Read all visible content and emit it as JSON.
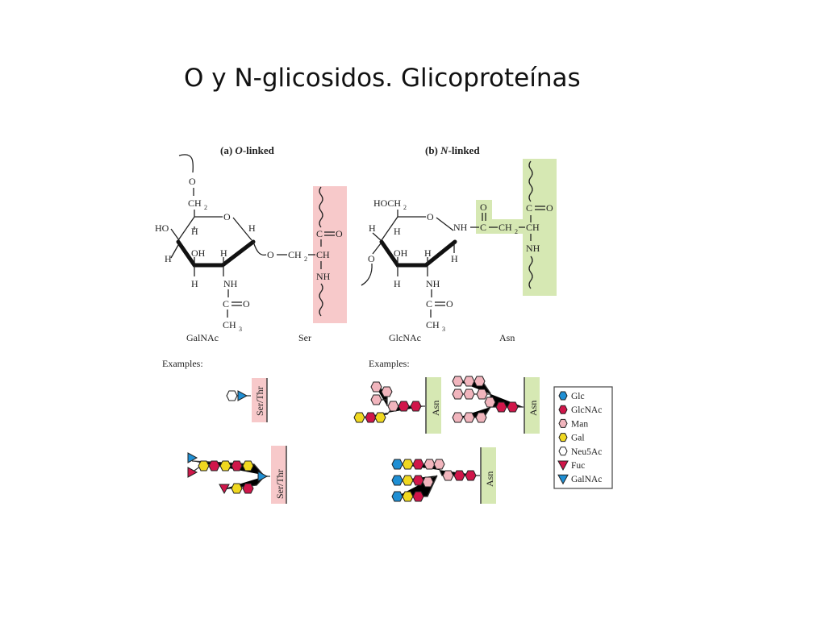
{
  "slide": {
    "title": "O y N-glicosidos. Glicoproteínas"
  },
  "panels": {
    "o_linked": {
      "prefix": "(a) ",
      "kind": "O",
      "suffix": "-linked",
      "sugar_label": "GalNAc",
      "residue_label": "Ser"
    },
    "n_linked": {
      "prefix": "(b) ",
      "kind": "N",
      "suffix": "-linked",
      "sugar_label": "GlcNAc",
      "residue_label": "Asn"
    }
  },
  "examples": {
    "o_label": "Examples:",
    "n_label": "Examples:",
    "o_tags": [
      "Ser/Thr",
      "Ser/Thr"
    ],
    "n_tags": [
      "Asn",
      "Asn",
      "Asn"
    ]
  },
  "legend": {
    "items": [
      {
        "label": "Glc",
        "shape": "hexagon",
        "color": "#1f8fd4"
      },
      {
        "label": "GlcNAc",
        "shape": "hexagon",
        "color": "#d0164a"
      },
      {
        "label": "Man",
        "shape": "hexagon",
        "color": "#f1b5bd"
      },
      {
        "label": "Gal",
        "shape": "hexagon",
        "color": "#f0d820"
      },
      {
        "label": "Neu5Ac",
        "shape": "hexagon",
        "color": "#ffffff"
      },
      {
        "label": "Fuc",
        "shape": "triangle-down",
        "color": "#d0164a"
      },
      {
        "label": "GalNAc",
        "shape": "triangle-down",
        "color": "#1f8fd4"
      }
    ]
  },
  "colors": {
    "o_highlight": "#f7c9ca",
    "n_highlight": "#d6e8b3",
    "tag_bar": "#f7c9ca",
    "tag_bar_n": "#d6e8b3"
  }
}
